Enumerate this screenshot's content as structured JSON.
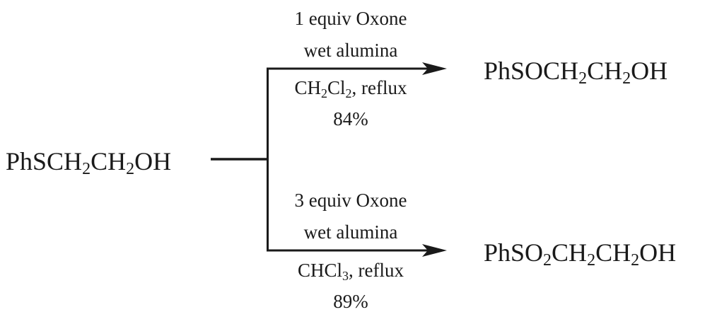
{
  "scheme": {
    "reactant": {
      "parts": [
        "PhSCH",
        "2",
        "CH",
        "2",
        "OH"
      ],
      "formula": "PhSCH2CH2OH"
    },
    "top_branch": {
      "conditions_above": [
        "1 equiv Oxone",
        "wet alumina"
      ],
      "solvent": {
        "parts": [
          "CH",
          "2",
          "Cl",
          "2",
          ", reflux"
        ],
        "text": "CH2Cl2, reflux"
      },
      "yield": "84%",
      "product": {
        "parts": [
          "PhSOCH",
          "2",
          "CH",
          "2",
          "OH"
        ],
        "formula": "PhSOCH2CH2OH"
      }
    },
    "bottom_branch": {
      "conditions_above": [
        "3 equiv Oxone",
        "wet alumina"
      ],
      "solvent": {
        "parts": [
          "CHCl",
          "3",
          ", reflux"
        ],
        "text": "CHCl3, reflux"
      },
      "yield": "89%",
      "product": {
        "parts": [
          "PhSO",
          "2",
          "CH",
          "2",
          "CH",
          "2",
          "OH"
        ],
        "formula": "PhSO2CH2CH2OH"
      }
    },
    "colors": {
      "ink": "#1a1a1a",
      "background": "#ffffff"
    }
  }
}
